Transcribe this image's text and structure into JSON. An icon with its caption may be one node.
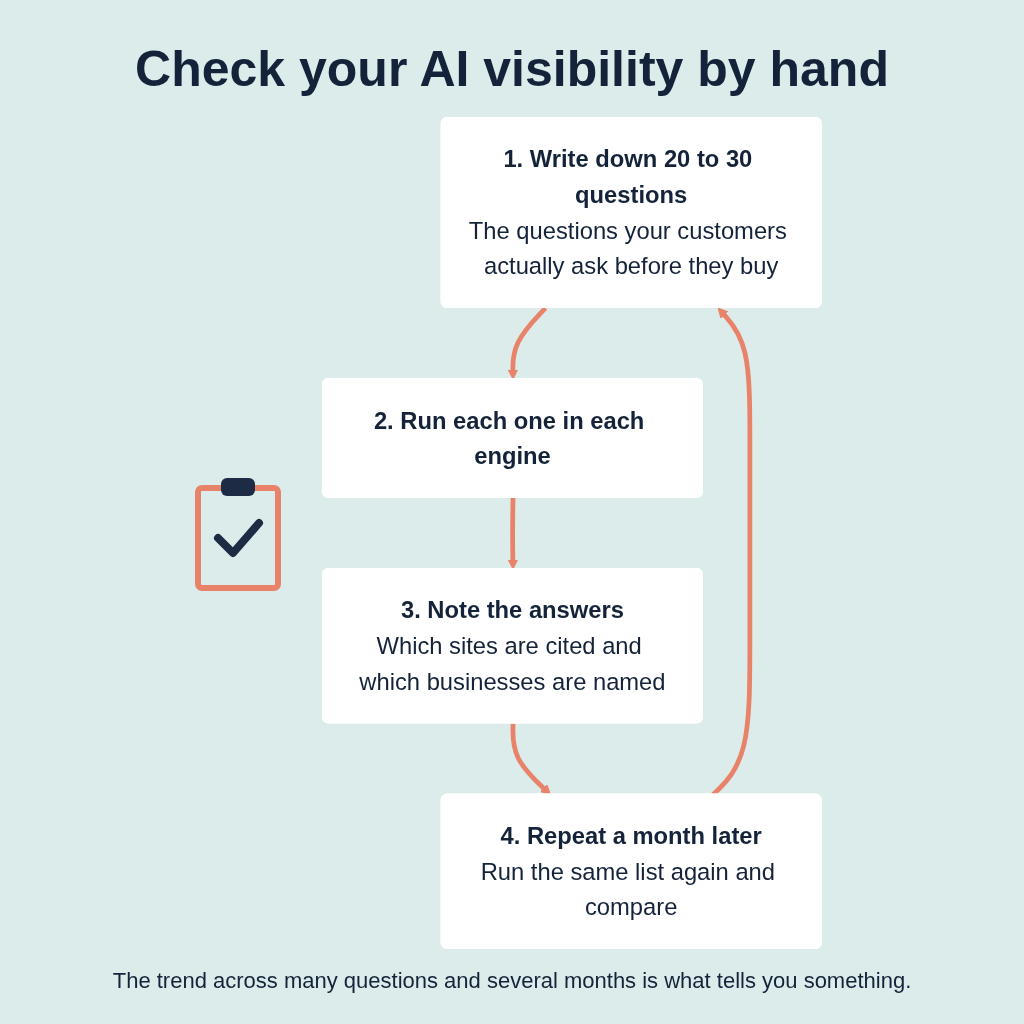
{
  "diagram": {
    "title": "Check your AI visibility by hand",
    "nodes": [
      {
        "text": [
          "1. Write down 20 to 30 questions",
          "The questions your customers actually ask before they buy"
        ]
      },
      {
        "text": [
          "2. Run each one in each engine"
        ]
      },
      {
        "text": [
          "3. Note the answers",
          "Which sites are cited and which businesses are named"
        ]
      },
      {
        "text": [
          "4. Repeat a month later",
          "Run the same list again and compare"
        ]
      }
    ],
    "edges": [
      {
        "from": 0,
        "to": 1,
        "arrow": "to"
      },
      {
        "from": 1,
        "to": 2,
        "arrow": "to"
      },
      {
        "from": 2,
        "to": 3,
        "arrow": "to"
      },
      {
        "from": 3,
        "to": 0,
        "arrow": "to"
      }
    ],
    "caption": "The trend across many questions and several months is what tells you something."
  }
}
